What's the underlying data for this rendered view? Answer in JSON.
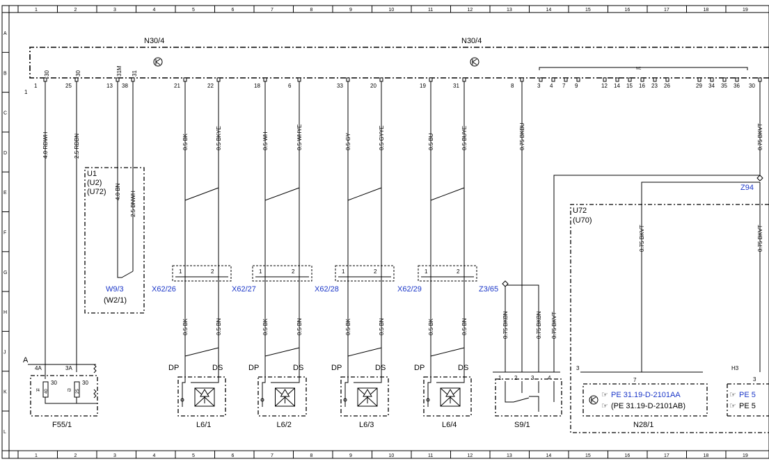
{
  "grid": {
    "columns": [
      "1",
      "2",
      "3",
      "4",
      "5",
      "6",
      "7",
      "8",
      "9",
      "10",
      "11",
      "12",
      "13",
      "14",
      "15",
      "16",
      "17",
      "18",
      "19"
    ],
    "rows": [
      "A",
      "B",
      "C",
      "D",
      "E",
      "F",
      "G",
      "H",
      "J",
      "K",
      "L"
    ]
  },
  "modules": {
    "n30_left": "N30/4",
    "n30_right": "N30/4",
    "nc_label": "NC",
    "u1_lines": [
      "U1",
      "(U2)",
      "(U72)"
    ],
    "u72_lines": [
      "U72",
      "(U70)"
    ],
    "z94": "Z94",
    "z365": "Z3/65"
  },
  "top_pins": [
    {
      "pin": "1",
      "sub": "30",
      "wire": "4.0 RDWH"
    },
    {
      "pin": "25",
      "sub": "30",
      "wire": "2.5 RDBN"
    },
    {
      "pin": "13",
      "sub": "31M",
      "wire": ""
    },
    {
      "pin": "38",
      "sub": "31",
      "wire": ""
    },
    {
      "pin": "21",
      "sub": "",
      "wire": "0.5 BK"
    },
    {
      "pin": "22",
      "sub": "",
      "wire": "0.5 BKYE"
    },
    {
      "pin": "18",
      "sub": "",
      "wire": "0.5 WH"
    },
    {
      "pin": "6",
      "sub": "",
      "wire": "0.5 WHYE"
    },
    {
      "pin": "33",
      "sub": "",
      "wire": "0.5 GY"
    },
    {
      "pin": "20",
      "sub": "",
      "wire": "0.5 GYYE"
    },
    {
      "pin": "19",
      "sub": "",
      "wire": "0.5 BU"
    },
    {
      "pin": "31",
      "sub": "",
      "wire": "0.5 BUYE"
    },
    {
      "pin": "8",
      "sub": "",
      "wire": "0.75 BKBU"
    },
    {
      "pin": "30",
      "sub": "",
      "wire": "0.75 BKVT"
    }
  ],
  "nc_pins": [
    "3",
    "4",
    "7",
    "9",
    "12",
    "14",
    "15",
    "16",
    "23",
    "26",
    "29",
    "34",
    "35",
    "36"
  ],
  "u1_wires": [
    "4.0 BN",
    "2.5 BNWH"
  ],
  "w93": [
    "W9/3",
    "(W2/1)"
  ],
  "connectors": [
    "X62/26",
    "X62/27",
    "X62/28",
    "X62/29"
  ],
  "connector_pins": [
    "1",
    "2"
  ],
  "lower_wires": [
    "0.5 BK",
    "0.5 BN"
  ],
  "valves": [
    "L6/1",
    "L6/2",
    "L6/3",
    "L6/4"
  ],
  "valve_pins": [
    "DP",
    "DS"
  ],
  "switch": {
    "name": "S9/1",
    "pins": [
      "1",
      "2",
      "3",
      "4"
    ],
    "wires": [
      "0.75 BKBN",
      "0.75 BKBN",
      "0.75 BKVT"
    ]
  },
  "fuse": {
    "name": "F55/1",
    "group": "A",
    "pins": [
      "4A",
      "3A"
    ],
    "sub": [
      "30",
      "30"
    ],
    "fuse_labels": [
      "f4",
      "40",
      "f3",
      "25"
    ]
  },
  "n28": {
    "name": "N28/1",
    "pin3": "3",
    "pin7": "7",
    "ref1": "PE 31.19-D-2101AA",
    "ref2": "(PE 31.19-D-2101AB)",
    "wire_f": "0.75 BKVT",
    "h3": "H3",
    "h3_pin": "3",
    "ref_right": "PE 5",
    "right_wire": "0.75 BKVT"
  }
}
